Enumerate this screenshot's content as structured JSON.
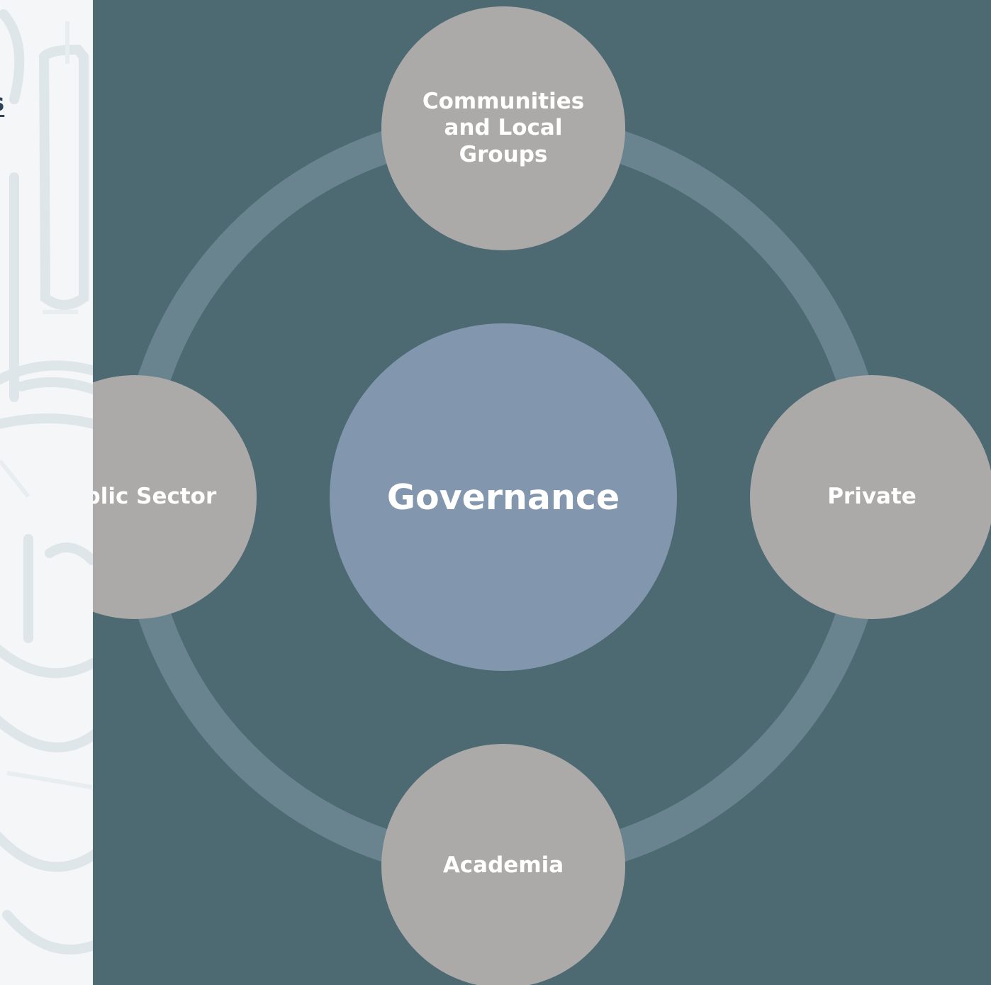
{
  "left_strip": {
    "partial_heading": "s"
  },
  "diagram": {
    "center": "Governance",
    "nodes": {
      "top": "Communities and Local Groups",
      "right": "Private",
      "bottom": "Academia",
      "left": "Public Sector"
    }
  },
  "colors": {
    "panel_background": "#4d6a73",
    "ring": "#6a848f",
    "node_fill": "#abaaa8",
    "center_fill": "#8296ae",
    "label_text": "#ffffff"
  }
}
